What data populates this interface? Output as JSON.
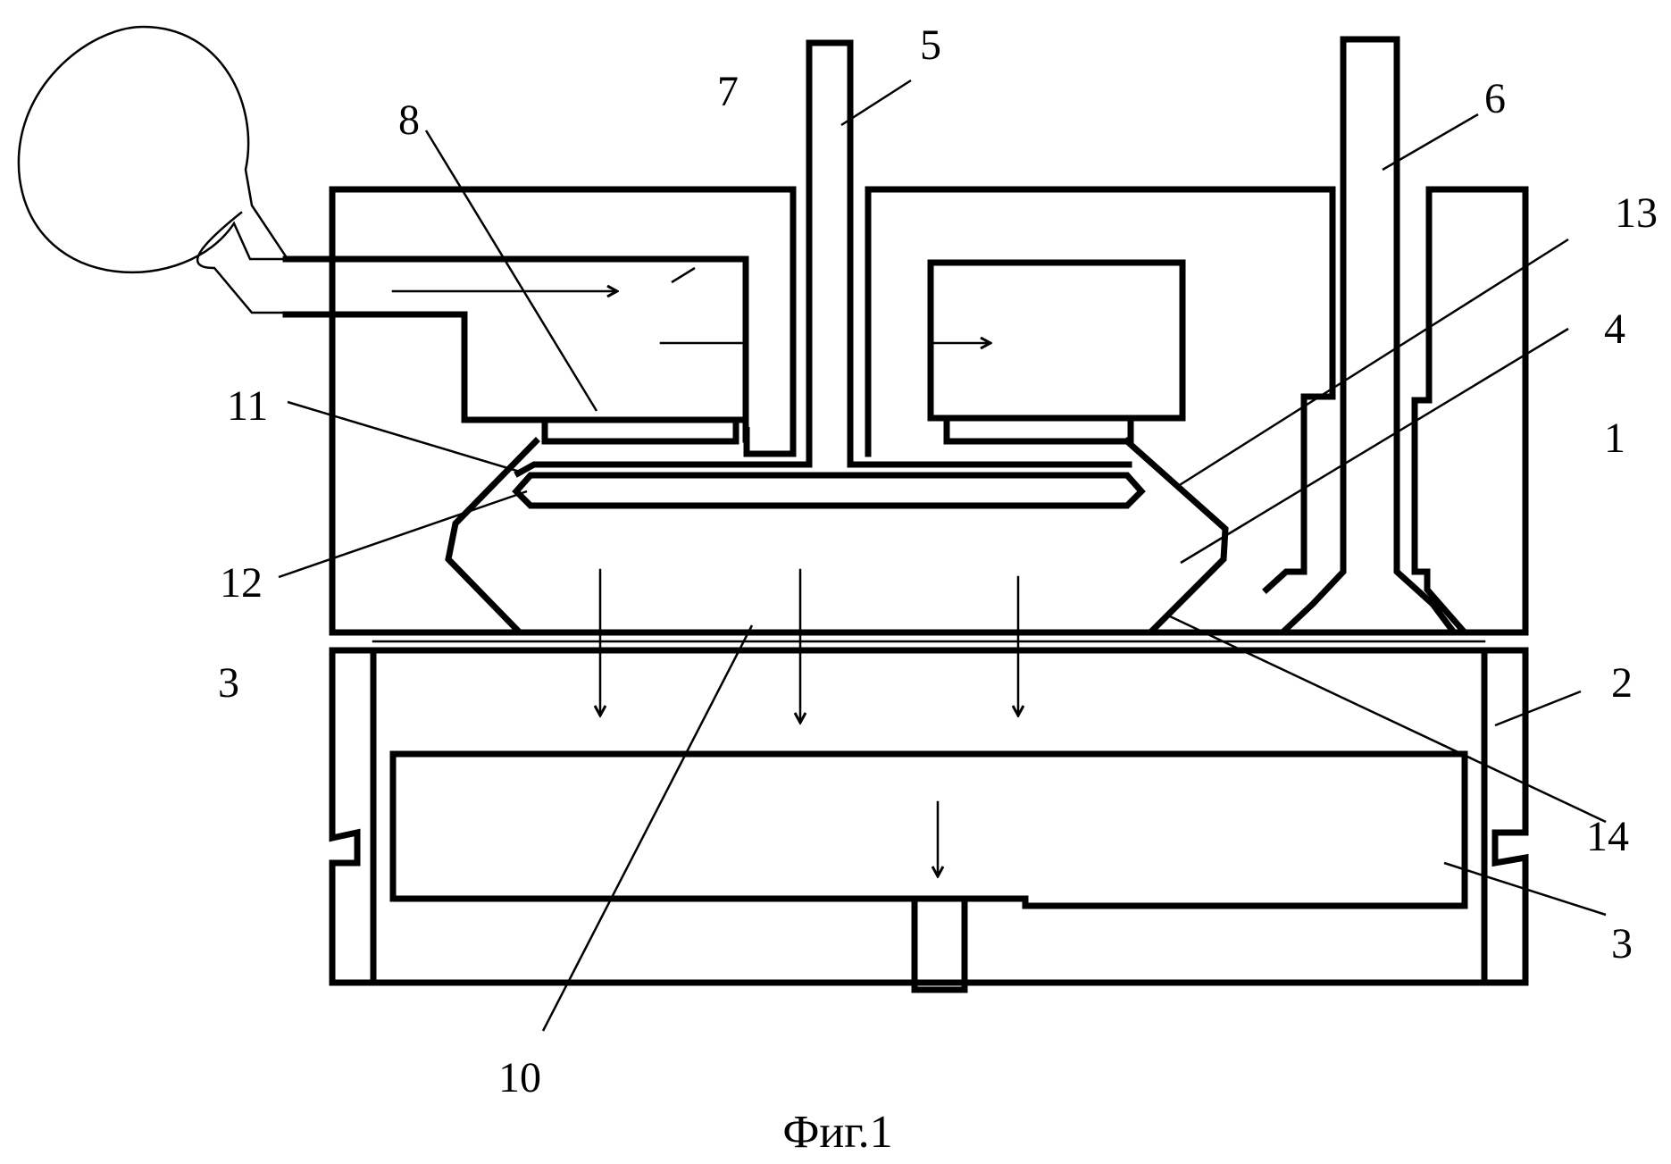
{
  "caption": "Фиг.1",
  "reference_labels": {
    "r1": "1",
    "r2": "2",
    "r3_left": "3",
    "r3_right": "3",
    "r4": "4",
    "r5": "5",
    "r6": "6",
    "r7": "7",
    "r8": "8",
    "r10": "10",
    "r11": "11",
    "r12": "12",
    "r13": "13",
    "r14": "14"
  }
}
